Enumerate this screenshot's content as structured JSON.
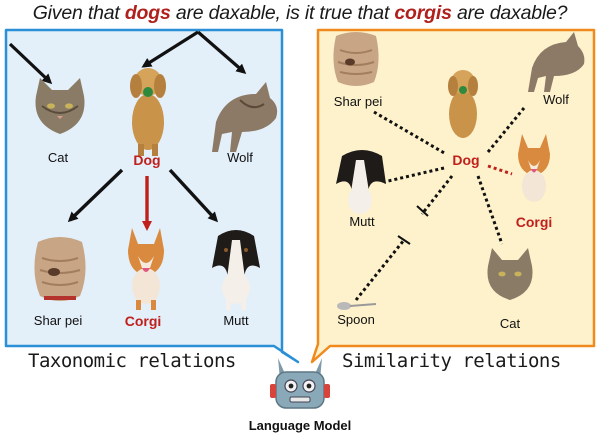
{
  "question": {
    "pre": "Given that",
    "concept": "dogs",
    "mid": "are daxable, is it true that",
    "target": "corgis",
    "post": "are daxable?"
  },
  "taxonomic": {
    "caption": "Taxonomic relations",
    "nodes": {
      "cat": "Cat",
      "dog": "Dog",
      "wolf": "Wolf",
      "sharpei": "Shar pei",
      "corgi": "Corgi",
      "mutt": "Mutt"
    }
  },
  "similarity": {
    "caption": "Similarity relations",
    "nodes": {
      "sharpei": "Shar pei",
      "wolf": "Wolf",
      "dog": "Dog",
      "corgi": "Corgi",
      "mutt": "Mutt",
      "cat": "Cat",
      "spoon": "Spoon"
    }
  },
  "model_label": "Language Model",
  "colors": {
    "highlight": "#c0201c",
    "taxonomic_border": "#2a8fd6",
    "taxonomic_fill": "#e3eff9",
    "similarity_border": "#f08a1c",
    "similarity_fill": "#fdf2cc"
  }
}
